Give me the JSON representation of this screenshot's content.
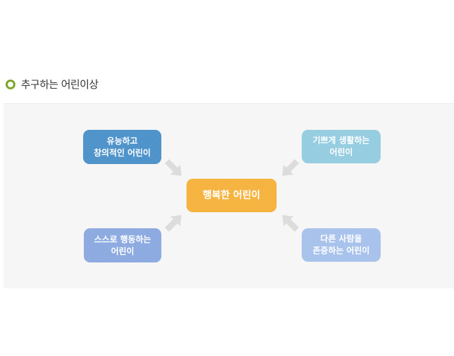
{
  "section_title": "추구하는 어린이상",
  "center": {
    "label": "행복한 어린이",
    "color": "#f5b23c"
  },
  "items": [
    {
      "label": "유능하고\n창의적인 어린이",
      "color": "#4b91c9"
    },
    {
      "label": "기쁘게 생활하는\n어린이",
      "color": "#94cce0"
    },
    {
      "label": "스스로 행동하는\n어린이",
      "color": "#8ba9e0"
    },
    {
      "label": "다른 사람을\n존중하는 어린이",
      "color": "#a6c1eb"
    }
  ],
  "arrow_color": "#dcdcdc"
}
